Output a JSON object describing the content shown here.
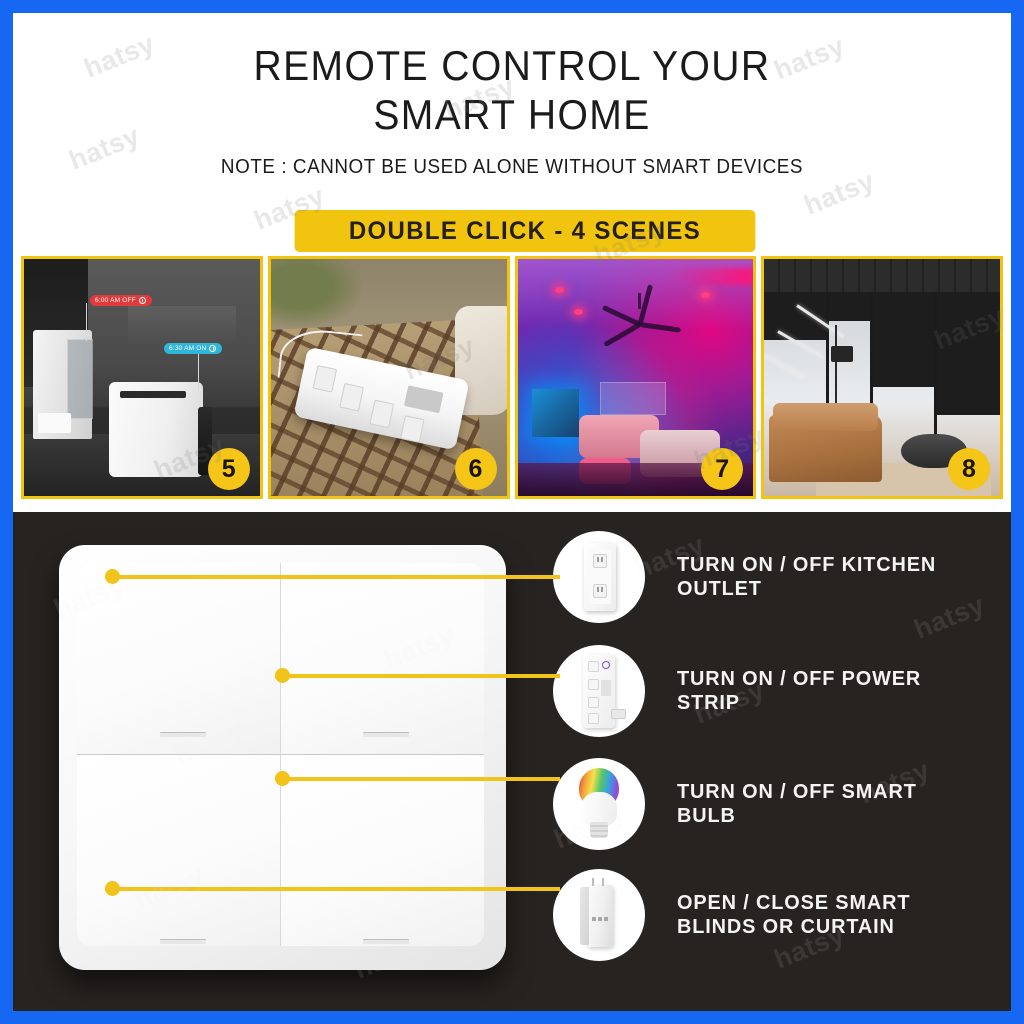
{
  "theme": {
    "border_blue": "#1668f2",
    "accent_yellow": "#F1C40F",
    "badge_yellow": "#F5C518",
    "dark_bg": "#272320",
    "light_bg": "#ffffff"
  },
  "header": {
    "title_line1": "REMOTE CONTROL YOUR",
    "title_line2": "SMART HOME",
    "note": "NOTE : CANNOT BE USED ALONE WITHOUT SMART DEVICES",
    "banner": "DOUBLE CLICK - 4 SCENES"
  },
  "tiles": [
    {
      "badge": "5",
      "scene": "kitchen-appliances-scene",
      "tags": [
        {
          "text": "6:00 AM OFF",
          "color": "red",
          "icon": "clock-icon"
        },
        {
          "text": "6:30 AM ON",
          "color": "blue",
          "icon": "clock-icon"
        }
      ]
    },
    {
      "badge": "6",
      "scene": "power-strip-scene",
      "tags": []
    },
    {
      "badge": "7",
      "scene": "rgb-living-room-scene",
      "tags": []
    },
    {
      "badge": "8",
      "scene": "smart-blinds-room-scene",
      "tags": []
    }
  ],
  "features": [
    {
      "label": "TURN ON / OFF KITCHEN OUTLET",
      "icon": "wall-outlet-icon"
    },
    {
      "label": "TURN ON / OFF POWER STRIP",
      "icon": "power-strip-icon"
    },
    {
      "label": "TURN ON / OFF SMART BULB",
      "icon": "smart-bulb-icon"
    },
    {
      "label": "OPEN / CLOSE SMART BLINDS OR CURTAIN",
      "icon": "curtain-motor-icon"
    }
  ],
  "device": {
    "name": "4-button-smart-scene-switch",
    "buttons": [
      "top-left",
      "top-right",
      "bottom-left",
      "bottom-right"
    ]
  },
  "watermark": {
    "text": "hatsy"
  }
}
